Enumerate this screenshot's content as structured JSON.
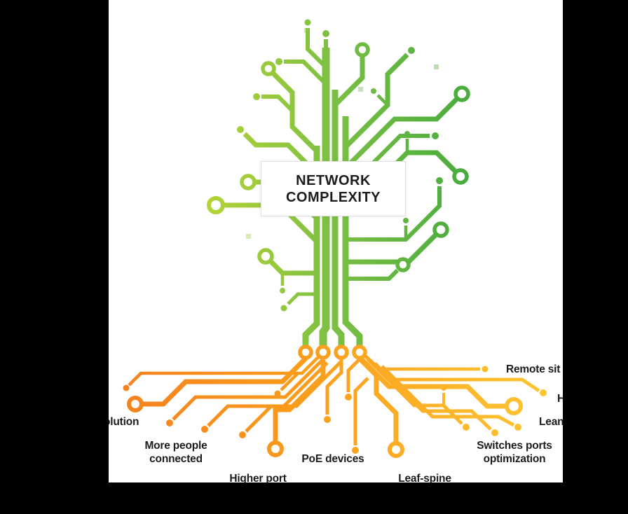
{
  "title_box": {
    "line1": "NETWORK",
    "line2": "COMPLEXITY"
  },
  "root_labels": {
    "evolution_fragment": {
      "text": "olution"
    },
    "more_people": {
      "line1": "More people",
      "line2": "connected"
    },
    "higher_port": {
      "text": "Higher port"
    },
    "poe_devices": {
      "text": "PoE devices"
    },
    "leaf_spine": {
      "text": "Leaf-spine"
    },
    "switch_ports": {
      "line1": "Switches ports",
      "line2": "optimization"
    },
    "remote_sites_fragment": {
      "text": "Remote sit"
    },
    "h_fragment": {
      "text": "H"
    },
    "lean_fragment": {
      "text": "Lean"
    }
  },
  "colors": {
    "frame": "#000000",
    "background": "#ffffff",
    "label_text": "#1c1c1a",
    "canopy_left": "#b8d434",
    "canopy_mid": "#7cc043",
    "canopy_right": "#3fa83c",
    "roots_left": "#f58220",
    "roots_mid": "#f99c1c",
    "roots_right": "#ffc733"
  }
}
